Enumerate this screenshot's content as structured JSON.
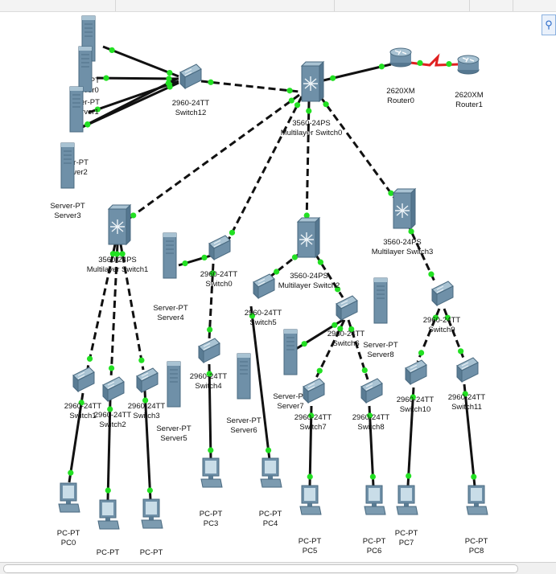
{
  "colors": {
    "link": "#111111",
    "serial_link": "#e02020",
    "port_up": "#22e022",
    "device_body": "#6f90a8",
    "device_top": "#a9c3d3"
  },
  "toolbar": {
    "search_icon": "search-icon"
  },
  "devices": [
    {
      "id": "server0",
      "type": "server",
      "lines": [
        "er-PT",
        "rver0"
      ]
    },
    {
      "id": "server1",
      "type": "server",
      "lines": [
        "er-PT",
        "rver1"
      ]
    },
    {
      "id": "server2",
      "type": "server",
      "lines": [
        "er-PT",
        "rver2"
      ]
    },
    {
      "id": "server3",
      "type": "server",
      "lines": [
        "Server-PT",
        "Server3"
      ]
    },
    {
      "id": "switch12",
      "type": "switch",
      "lines": [
        "2960-24TT",
        "Switch12"
      ]
    },
    {
      "id": "mls0",
      "type": "mlswitch",
      "lines": [
        "3560-24PS",
        "Multilayer Switch0"
      ]
    },
    {
      "id": "router0",
      "type": "router",
      "lines": [
        "2620XM",
        "Router0"
      ]
    },
    {
      "id": "router1",
      "type": "router",
      "lines": [
        "2620XM",
        "Router1"
      ]
    },
    {
      "id": "mls1",
      "type": "mlswitch",
      "lines": [
        "3560-24PS",
        "Multilayer Switch1"
      ]
    },
    {
      "id": "server4",
      "type": "server",
      "lines": [
        "Server-PT",
        "Server4"
      ]
    },
    {
      "id": "switch0",
      "type": "switch",
      "lines": [
        "2960-24TT",
        "Switch0"
      ]
    },
    {
      "id": "mls2",
      "type": "mlswitch",
      "lines": [
        "3560-24PS",
        "Multilayer Switch2"
      ]
    },
    {
      "id": "mls3",
      "type": "mlswitch",
      "lines": [
        "3560-24PS",
        "Multilayer Switch3"
      ]
    },
    {
      "id": "switch5",
      "type": "switch",
      "lines": [
        "2960-24TT",
        "Switch5"
      ]
    },
    {
      "id": "switch6",
      "type": "switch",
      "lines": [
        "2960-24TT",
        "Switch6"
      ]
    },
    {
      "id": "server8",
      "type": "server",
      "lines": [
        "Server-PT",
        "Server8"
      ]
    },
    {
      "id": "switch9",
      "type": "switch",
      "lines": [
        "2960-24TT",
        "Switch9"
      ]
    },
    {
      "id": "switch1",
      "type": "switch",
      "lines": [
        "2960-24TT",
        "Switch1"
      ]
    },
    {
      "id": "switch2",
      "type": "switch",
      "lines": [
        "2960-24TT",
        "Switch2"
      ]
    },
    {
      "id": "switch3",
      "type": "switch",
      "lines": [
        "2960-24TT",
        "Switch3"
      ]
    },
    {
      "id": "server5",
      "type": "server",
      "lines": [
        "Server-PT",
        "Server5"
      ]
    },
    {
      "id": "switch4",
      "type": "switch",
      "lines": [
        "2960-24TT",
        "Switch4"
      ]
    },
    {
      "id": "server6",
      "type": "server",
      "lines": [
        "Server-PT",
        "Server6"
      ]
    },
    {
      "id": "server7",
      "type": "server",
      "lines": [
        "Server-PT",
        "Server7"
      ]
    },
    {
      "id": "switch7",
      "type": "switch",
      "lines": [
        "2960-24TT",
        "Switch7"
      ]
    },
    {
      "id": "switch8",
      "type": "switch",
      "lines": [
        "2960-24TT",
        "Switch8"
      ]
    },
    {
      "id": "switch10",
      "type": "switch",
      "lines": [
        "2960-24TT",
        "Switch10"
      ]
    },
    {
      "id": "switch11",
      "type": "switch",
      "lines": [
        "2960-24TT",
        "Switch11"
      ]
    },
    {
      "id": "pc0",
      "type": "pc",
      "lines": [
        "PC-PT",
        "PC0"
      ]
    },
    {
      "id": "pc1",
      "type": "pc",
      "lines": [
        "PC-PT"
      ]
    },
    {
      "id": "pc2",
      "type": "pc",
      "lines": [
        "PC-PT"
      ]
    },
    {
      "id": "pc3",
      "type": "pc",
      "lines": [
        "PC-PT",
        "PC3"
      ]
    },
    {
      "id": "pc4",
      "type": "pc",
      "lines": [
        "PC-PT",
        "PC4"
      ]
    },
    {
      "id": "pc5",
      "type": "pc",
      "lines": [
        "PC-PT",
        "PC5"
      ]
    },
    {
      "id": "pc6",
      "type": "pc",
      "lines": [
        "PC-PT",
        "PC6"
      ]
    },
    {
      "id": "pc7",
      "type": "pc",
      "lines": [
        "PC-PT",
        "PC7"
      ]
    },
    {
      "id": "pc8",
      "type": "pc",
      "lines": [
        "PC-PT",
        "PC8"
      ]
    }
  ],
  "links": [
    {
      "a": "server0",
      "b": "switch12",
      "style": "solid"
    },
    {
      "a": "server1",
      "b": "switch12",
      "style": "solid"
    },
    {
      "a": "server2",
      "b": "switch12",
      "style": "solid"
    },
    {
      "a": "server3",
      "b": "switch12",
      "style": "solid"
    },
    {
      "a": "server3",
      "b": "switch12",
      "style": "solid"
    },
    {
      "a": "switch12",
      "b": "mls0",
      "style": "dashed"
    },
    {
      "a": "mls0",
      "b": "router0",
      "style": "solid"
    },
    {
      "a": "router0",
      "b": "router1",
      "style": "serial"
    },
    {
      "a": "mls0",
      "b": "mls1",
      "style": "dashed"
    },
    {
      "a": "mls0",
      "b": "switch0",
      "style": "dashed"
    },
    {
      "a": "mls0",
      "b": "mls2",
      "style": "dashed"
    },
    {
      "a": "mls0",
      "b": "mls3",
      "style": "dashed"
    },
    {
      "a": "mls1",
      "b": "switch1",
      "style": "dashed"
    },
    {
      "a": "mls1",
      "b": "switch2",
      "style": "dashed"
    },
    {
      "a": "mls1",
      "b": "switch3",
      "style": "dashed"
    },
    {
      "a": "server4",
      "b": "switch0",
      "style": "solid"
    },
    {
      "a": "switch0",
      "b": "switch4",
      "style": "dashed"
    },
    {
      "a": "mls2",
      "b": "switch5",
      "style": "dashed"
    },
    {
      "a": "mls2",
      "b": "switch6",
      "style": "dashed"
    },
    {
      "a": "switch6",
      "b": "server7",
      "style": "solid"
    },
    {
      "a": "switch6",
      "b": "switch7",
      "style": "dashed"
    },
    {
      "a": "switch6",
      "b": "switch8",
      "style": "dashed"
    },
    {
      "a": "mls3",
      "b": "switch9",
      "style": "dashed"
    },
    {
      "a": "switch9",
      "b": "switch10",
      "style": "dashed"
    },
    {
      "a": "switch9",
      "b": "switch11",
      "style": "dashed"
    },
    {
      "a": "switch1",
      "b": "pc0",
      "style": "solid"
    },
    {
      "a": "switch2",
      "b": "pc1",
      "style": "solid"
    },
    {
      "a": "switch3",
      "b": "pc2",
      "style": "solid"
    },
    {
      "a": "switch4",
      "b": "pc3",
      "style": "solid"
    },
    {
      "a": "switch5",
      "b": "pc4",
      "style": "solid"
    },
    {
      "a": "switch7",
      "b": "pc5",
      "style": "solid"
    },
    {
      "a": "switch8",
      "b": "pc6",
      "style": "solid"
    },
    {
      "a": "switch10",
      "b": "pc7",
      "style": "solid"
    },
    {
      "a": "switch11",
      "b": "pc8",
      "style": "solid"
    }
  ]
}
